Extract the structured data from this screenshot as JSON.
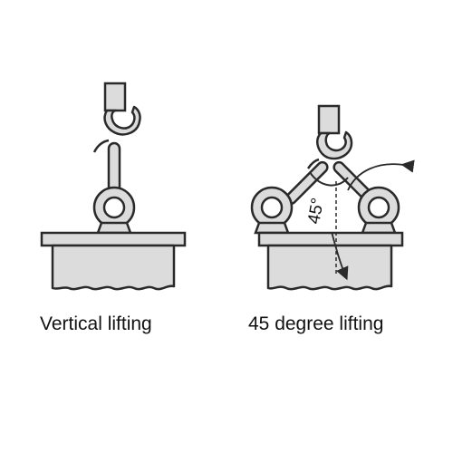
{
  "panels": [
    {
      "caption": "Vertical lifting"
    },
    {
      "caption": "45 degree lifting",
      "angle_label": "45°"
    }
  ],
  "colors": {
    "line": "#2a2a2a",
    "fill_gray": "#dcdcdc",
    "background": "#ffffff"
  }
}
